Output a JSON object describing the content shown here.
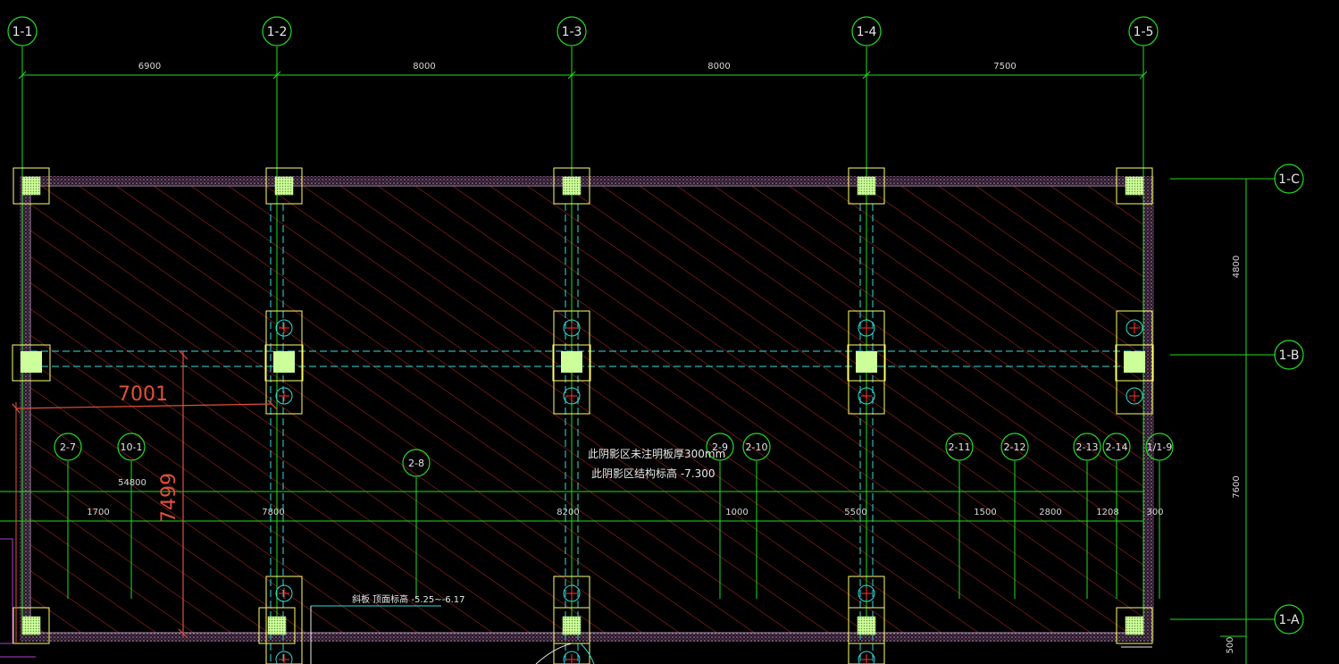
{
  "colors": {
    "background": "#000000",
    "axis_line": "#22dd22",
    "column_fill": "#ccff99",
    "column_outline": "#ffff66",
    "beam_dash": "#33dddd",
    "hatch": "#cc3322",
    "wall": "#b090b0",
    "dim_red": "#e0503a",
    "pile": "#ff3333"
  },
  "top_axes": [
    "1-1",
    "1-2",
    "1-3",
    "1-4",
    "1-5"
  ],
  "top_dims": [
    "6900",
    "8000",
    "8000",
    "7500"
  ],
  "right_axes": [
    "1-C",
    "1-B",
    "1-A"
  ],
  "right_dims": [
    "4800",
    "7600",
    "500"
  ],
  "lower_axes": [
    "2-7",
    "10-1",
    "2-8",
    "2-9",
    "2-10",
    "2-11",
    "2-12",
    "2-13",
    "2-14",
    "1/1-9"
  ],
  "lower_total_dim": "54800",
  "lower_dims": [
    "1700",
    "7800",
    "8200",
    "1000",
    "5500",
    "1500",
    "2800",
    "1208",
    "300"
  ],
  "red_dims": [
    "7001",
    "7499"
  ],
  "notes": {
    "slab_thickness": "此阴影区未注明板厚300mm",
    "structure_level": "此阴影区结构标高 -7.300",
    "ramp_level": "斜板 顶面标高 -5.25~-6.17"
  }
}
